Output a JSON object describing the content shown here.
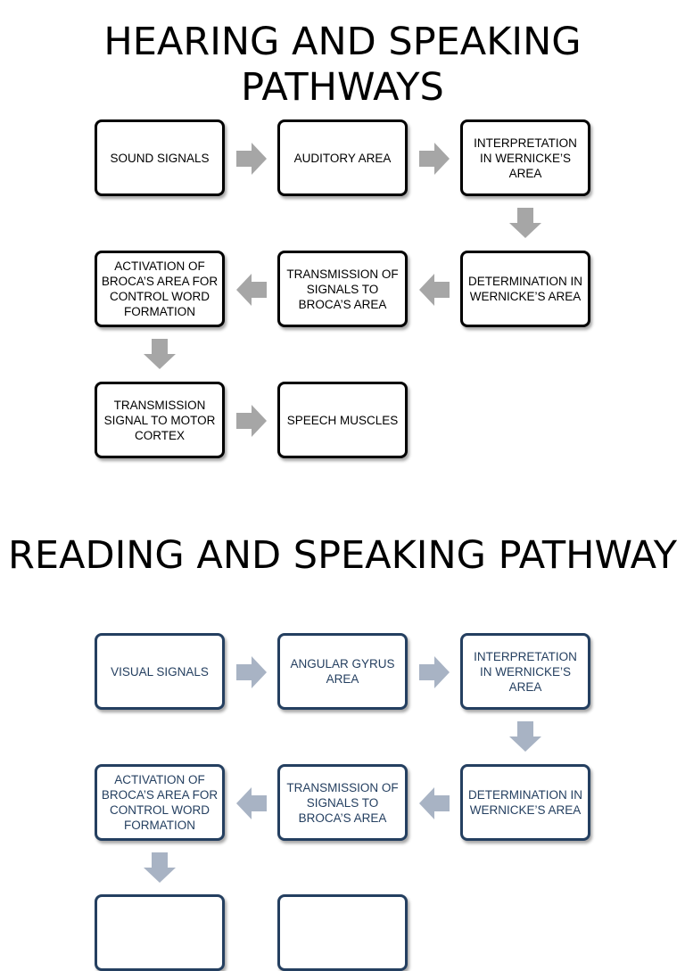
{
  "colors": {
    "section1_border": "#000000",
    "section1_text": "#000000",
    "section2_border": "#243f60",
    "section2_text": "#243f60",
    "arrow1": "#a6a6a6",
    "arrow2": "#a8b3c4"
  },
  "icons": {
    "right": "arrow-right-icon",
    "left": "arrow-left-icon",
    "down": "arrow-down-icon"
  },
  "hearing": {
    "title": "HEARING AND SPEAKING PATHWAYS",
    "boxes": [
      "SOUND SIGNALS",
      "AUDITORY AREA",
      "INTERPRETATION IN WERNICKE’S AREA",
      "DETERMINATION IN WERNICKE’S AREA",
      "TRANSMISSION OF SIGNALS TO BROCA’S AREA",
      "ACTIVATION OF BROCA’S AREA FOR CONTROL WORD FORMATION",
      "TRANSMISSION SIGNAL TO MOTOR CORTEX",
      "SPEECH MUSCLES"
    ]
  },
  "reading": {
    "title": "READING AND SPEAKING PATHWAY",
    "boxes": [
      "VISUAL SIGNALS",
      "ANGULAR GYRUS AREA",
      "INTERPRETATION IN WERNICKE’S AREA",
      "DETERMINATION IN WERNICKE’S AREA",
      "TRANSMISSION OF SIGNALS TO BROCA’S AREA",
      "ACTIVATION OF BROCA’S AREA FOR CONTROL WORD FORMATION",
      "",
      ""
    ]
  }
}
